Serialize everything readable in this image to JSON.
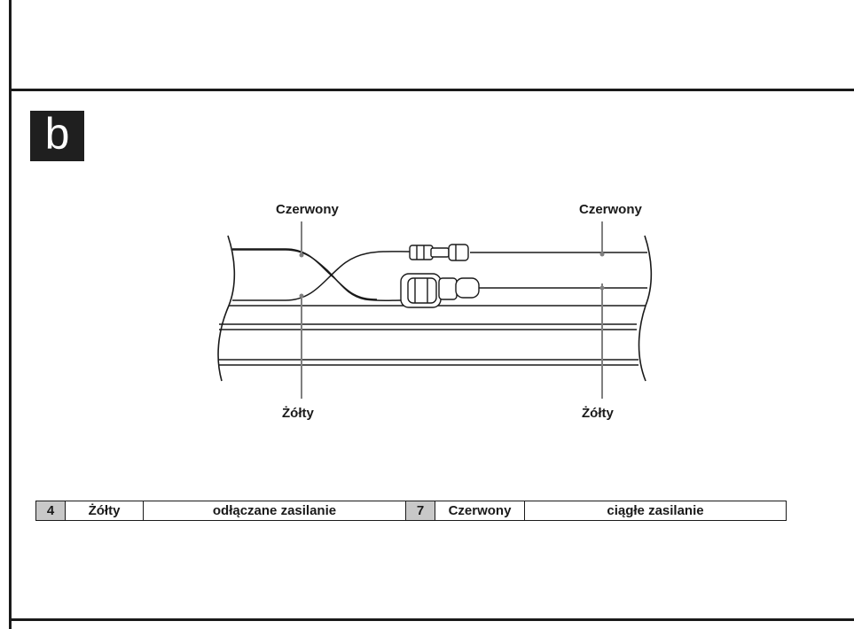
{
  "section": {
    "label": "b"
  },
  "diagram": {
    "wire_labels": {
      "left_red": "Czerwony",
      "right_red": "Czerwony",
      "left_yellow": "Żółty",
      "right_yellow": "Żółty"
    }
  },
  "legend": [
    {
      "number": "4",
      "color": "Żółty",
      "function": "odłączane zasilanie"
    },
    {
      "number": "7",
      "color": "Czerwony",
      "function": "ciągłe zasilanie"
    }
  ]
}
